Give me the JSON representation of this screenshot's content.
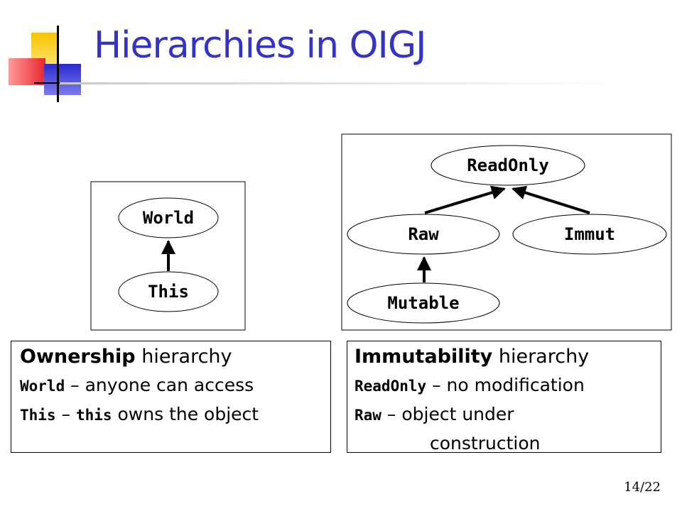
{
  "slide": {
    "title": "Hierarchies in OIGJ",
    "page_number": "14/22"
  },
  "ownership_diagram": {
    "top_node": "World",
    "bottom_node": "This"
  },
  "immutability_diagram": {
    "root_node": "ReadOnly",
    "left_child": "Raw",
    "right_child": "Immut",
    "grandchild": "Mutable"
  },
  "ownership_box": {
    "heading_bold": "Ownership",
    "heading_rest": " hierarchy",
    "line1_code": "World",
    "line1_text": " – anyone can access",
    "line2_code": "This",
    "line2_sep": " – ",
    "line2_code2": "this",
    "line2_text": " owns the object"
  },
  "immutability_box": {
    "heading_bold": "Immutability",
    "heading_rest": " hierarchy",
    "line1_code": "ReadOnly",
    "line1_text": " – no modification",
    "line2_code": "Raw",
    "line2_text": " – object under",
    "line3_text": "construction"
  }
}
